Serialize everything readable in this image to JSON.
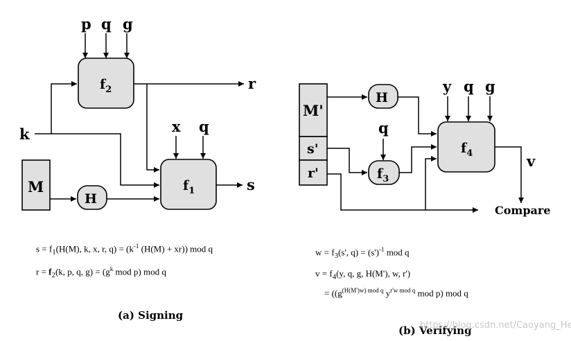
{
  "signing": {
    "inputs": {
      "p": "p",
      "q": "q",
      "g": "g",
      "k": "k",
      "M": "M",
      "x": "x",
      "q2": "q"
    },
    "blocks": {
      "f2": "f",
      "f2_sub": "2",
      "f1": "f",
      "f1_sub": "1",
      "H": "H"
    },
    "outputs": {
      "r": "r",
      "s": "s"
    },
    "formula_s": {
      "lhs": "s  =  f",
      "lhs_sub": "1",
      "args": "(H(M), k, x, r, q)  =  (k",
      "exp": "-1",
      "rest": " (H(M) + xr)) mod q"
    },
    "formula_r": {
      "lhs": "r  =  ",
      "fname": "f",
      "fsub": "2",
      "args": "(k, p, q, g)  =  (g",
      "exp": "k",
      "rest": " mod p) mod q"
    },
    "caption": "(a) Signing"
  },
  "verifying": {
    "inputs": {
      "y": "y",
      "q": "q",
      "g": "g",
      "q3": "q"
    },
    "message_blocks": {
      "M": "M'",
      "s": "s'",
      "r": "r'"
    },
    "blocks": {
      "H": "H",
      "f3": "f",
      "f3_sub": "3",
      "f4": "f",
      "f4_sub": "4"
    },
    "outputs": {
      "v": "v",
      "compare": "Compare"
    },
    "formula_w": {
      "lhs": "w  =  f",
      "lhs_sub": "3",
      "args": "(s', q)  =  (s')",
      "exp": "-1",
      "rest": " mod q"
    },
    "formula_v": {
      "lhs": "v  =  f",
      "lhs_sub": "4",
      "args": "(y, q, g, H(M'), w, r')"
    },
    "formula_v2": {
      "prefix": "=  ((g",
      "exp1": "(H(M')w) mod q",
      "mid": " y",
      "exp2": "r'w mod q",
      "rest": " mod p) mod q"
    },
    "caption": "(b) Verifying"
  },
  "watermark": "https://blog.csdn.net/Caoyang_He"
}
